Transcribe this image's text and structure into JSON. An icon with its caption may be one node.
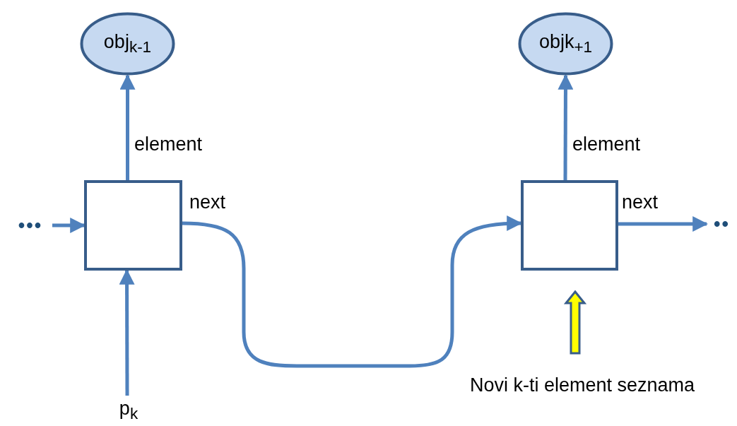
{
  "diagram": {
    "nodes": [
      {
        "text": [
          "obj$_{k-1}$"
        ]
      },
      {
        "text": [
          "objk$_{+1}$"
        ]
      },
      {
        "text": [],
        "shape": "box"
      },
      {
        "text": [],
        "shape": "box"
      },
      {
        "text": [
          "•••"
        ]
      },
      {
        "text": [
          "••"
        ]
      },
      {
        "text": [
          "p$_{k}$"
        ]
      },
      {
        "text": [
          "Novi k-ti element seznama"
        ]
      }
    ],
    "edges": [
      {
        "from": 2,
        "to": 0,
        "arrow": "to",
        "label": "element"
      },
      {
        "from": 3,
        "to": 1,
        "arrow": "to",
        "label": "element"
      },
      {
        "from": 4,
        "to": 2,
        "arrow": "to"
      },
      {
        "from": 2,
        "to": 3,
        "arrow": "to",
        "label": "next"
      },
      {
        "from": 3,
        "to": 5,
        "arrow": "to",
        "label": "next"
      },
      {
        "from": 6,
        "to": 2,
        "arrow": "to"
      },
      {
        "from": 7,
        "to": 3,
        "arrow": "to",
        "style": "thick",
        "color": "#ffff00"
      }
    ]
  }
}
